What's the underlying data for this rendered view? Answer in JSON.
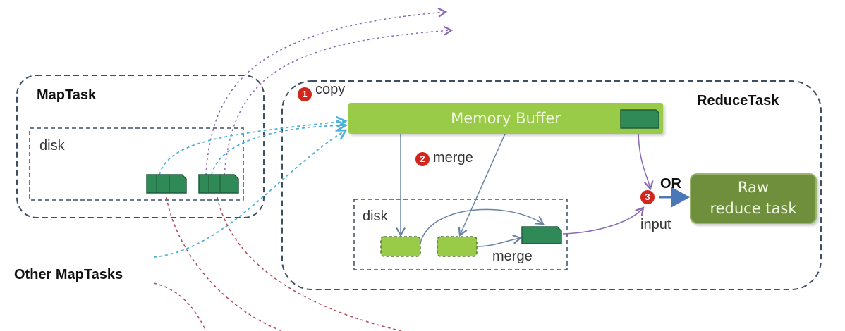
{
  "map_task": {
    "title": "MapTask",
    "disk_label": "disk"
  },
  "other_map_tasks": "Other MapTasks",
  "reduce_task": {
    "title": "ReduceTask",
    "memory_buffer": "Memory Buffer",
    "disk_label": "disk",
    "merge_label": "merge",
    "raw_reduce_task": [
      "Raw",
      "reduce task"
    ],
    "or_label": "OR",
    "input_label": "input"
  },
  "steps": [
    {
      "number": "1",
      "label": "copy"
    },
    {
      "number": "2",
      "label": "merge"
    },
    {
      "number": "3",
      "label": ""
    }
  ],
  "colors": {
    "dark_green": "#2f8a58",
    "light_green": "#9acb48",
    "olive": "#6f8f3c",
    "dashed_border": "#3d4f63",
    "copy_arrow": "#4fb3d9",
    "purple_arrow": "#8a6bb3",
    "red_dashed": "#b24b5a",
    "badge_red": "#d0261d"
  }
}
